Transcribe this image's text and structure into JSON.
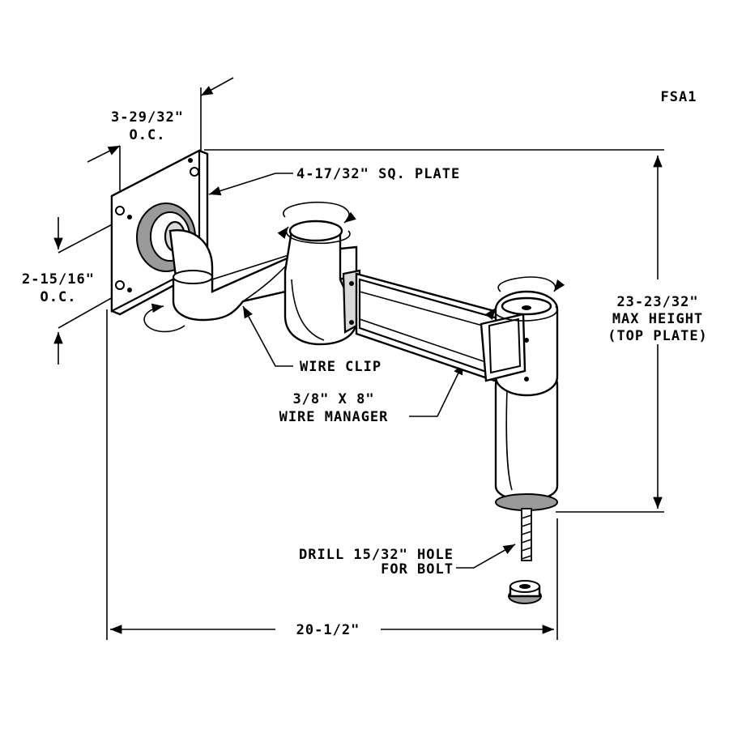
{
  "model_code": "FSA1",
  "labels": {
    "plate_holes_oc_top": [
      "3-29/32\"",
      "O.C."
    ],
    "plate_size": "4-17/32\" SQ. PLATE",
    "plate_holes_oc_left": [
      "2-15/16\"",
      "O.C."
    ],
    "max_height": [
      "23-23/32\"",
      "MAX HEIGHT",
      "(TOP PLATE)"
    ],
    "wire_clip": "WIRE CLIP",
    "wire_manager": [
      "3/8\" X 8\"",
      "WIRE MANAGER"
    ],
    "drill_hole": [
      "DRILL 15/32\" HOLE",
      "FOR BOLT"
    ],
    "overall_width": "20-1/2\""
  }
}
